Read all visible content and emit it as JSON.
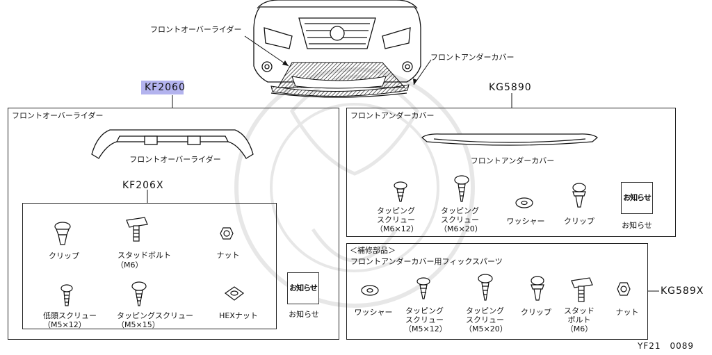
{
  "codes": {
    "front_over_rider": "KF2060",
    "front_under_cover": "KG5890",
    "fix_parts_box": "KF206X",
    "repair_parts_box": "KG589X"
  },
  "vehicle": {
    "front_over_rider_label": "フロントオーバーライダー",
    "front_under_cover_label": "フロントアンダーカバー"
  },
  "left_panel": {
    "title": "フロントオーバーライダー",
    "part_label": "フロントオーバーライダー",
    "inner": {
      "clip": "クリップ",
      "stud_bolt": [
        "スタッドボルト",
        "（M6）"
      ],
      "nut": "ナット",
      "low_head_screw": [
        "低頭スクリュー",
        "（M5×12）"
      ],
      "tapping_screw": [
        "タッピングスクリュー",
        "（M5×15）"
      ],
      "hex_nut": "HEXナット",
      "notice": "お知らせ",
      "notice_card": "お知らせ"
    }
  },
  "right_top_panel": {
    "title": "フロントアンダーカバー",
    "part_label": "フロントアンダーカバー",
    "tapping_m6x12": [
      "タッピング",
      "スクリュー",
      "（M6×12）"
    ],
    "tapping_m6x20": [
      "タッピング",
      "スクリュー",
      "（M6×20）"
    ],
    "washer": "ワッシャー",
    "clip": "クリップ",
    "notice": "お知らせ",
    "notice_card": "お知らせ"
  },
  "right_bottom_panel": {
    "heading1": "＜補修部品＞",
    "heading2": "フロントアンダーカバー用フィックスパーツ",
    "washer": "ワッシャー",
    "tapping_m5x12": [
      "タッピング",
      "スクリュー",
      "（M5×12）"
    ],
    "tapping_m5x20": [
      "タッピング",
      "スクリュー",
      "（M5×20）"
    ],
    "clip": "クリップ",
    "stud_bolt": [
      "スタッド",
      "ボルト",
      "（M6）"
    ],
    "nut": "ナット"
  },
  "footer_code": "YF21　0089"
}
